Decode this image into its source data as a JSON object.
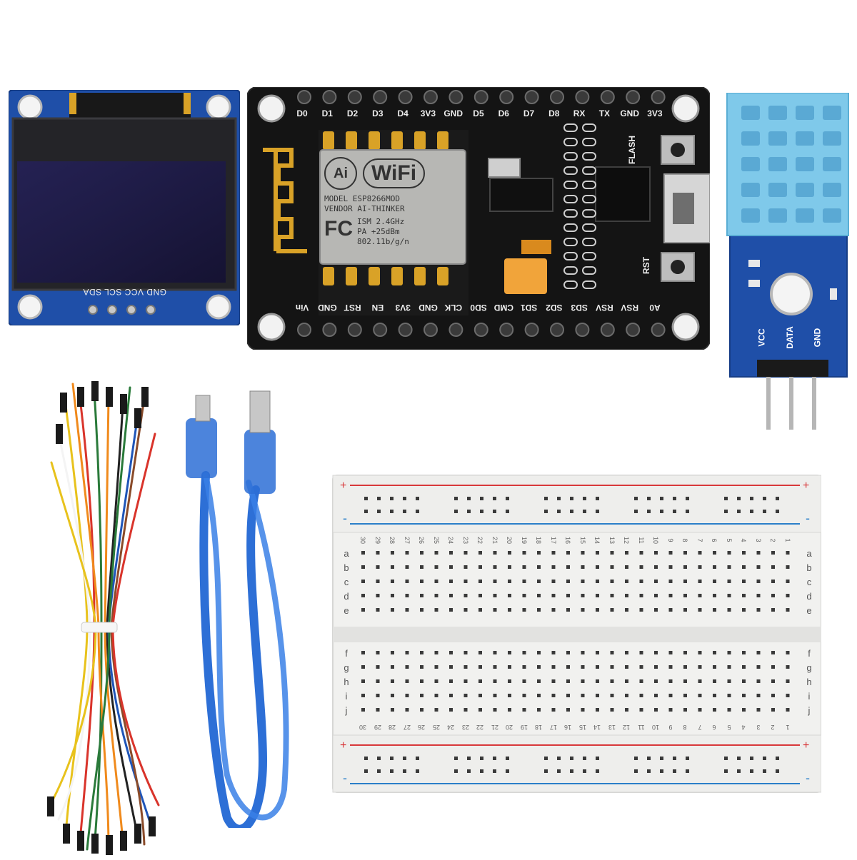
{
  "oled": {
    "pins_label": "GND VCC SCL SDA",
    "pins": [
      "GND",
      "VCC",
      "SCL",
      "SDA"
    ]
  },
  "nodemcu": {
    "top_pins": [
      "D0",
      "D1",
      "D2",
      "D3",
      "D4",
      "3V3",
      "GND",
      "D5",
      "D6",
      "D7",
      "D8",
      "RX",
      "TX",
      "GND",
      "3V3"
    ],
    "bottom_pins": [
      "A0",
      "RSV",
      "RSV",
      "SD3",
      "SD2",
      "SD1",
      "CMD",
      "SD0",
      "CLK",
      "GND",
      "3V3",
      "EN",
      "RST",
      "GND",
      "Vin"
    ],
    "flash_label": "FLASH",
    "rst_label": "RST",
    "module": {
      "ai_logo": "Ai",
      "wifi_logo": "WiFi",
      "lines": [
        "MODEL    ESP8266MOD",
        "VENDOR  AI-THINKER",
        "ISM 2.4GHz",
        "PA +25dBm",
        "802.11b/g/n"
      ],
      "fc_logo": "FC"
    }
  },
  "dht": {
    "pins": [
      "VCC",
      "DATA",
      "GND"
    ]
  },
  "breadboard": {
    "plus": "+",
    "minus": "-",
    "rows_top": [
      "a",
      "b",
      "c",
      "d",
      "e"
    ],
    "rows_bottom": [
      "f",
      "g",
      "h",
      "i",
      "j"
    ],
    "column_numbers": [
      "30",
      "29",
      "28",
      "27",
      "26",
      "25",
      "24",
      "23",
      "22",
      "21",
      "20",
      "19",
      "18",
      "17",
      "16",
      "15",
      "14",
      "13",
      "12",
      "11",
      "10",
      "9",
      "8",
      "7",
      "6",
      "5",
      "4",
      "3",
      "2",
      "1"
    ]
  },
  "colors": {
    "pcb_blue": "#1f4fa8",
    "pcb_black": "#141414",
    "gold": "#d9a227",
    "dht_blue": "#7fc9ea",
    "cable_blue": "#2d6fd6",
    "breadboard": "#f1f1ef",
    "rail_red": "#d8383a",
    "rail_blue": "#2b7fc9"
  }
}
